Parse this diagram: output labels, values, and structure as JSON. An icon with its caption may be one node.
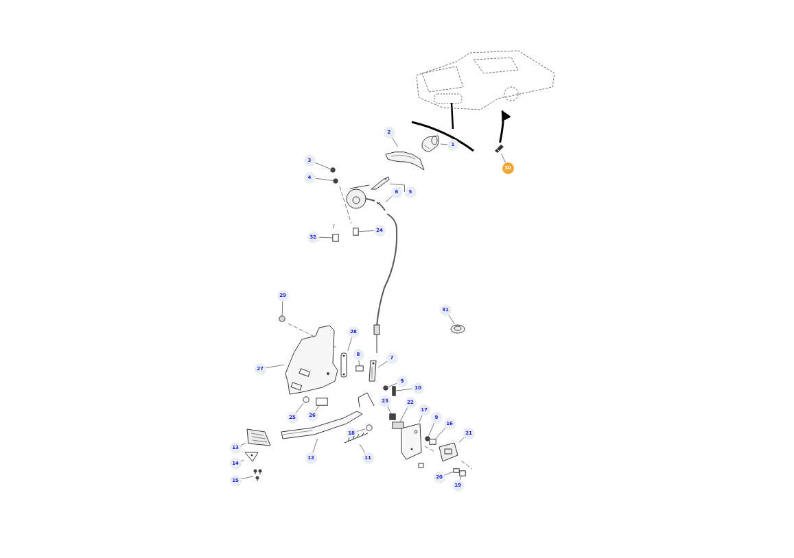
{
  "diagram": {
    "nodes": [
      {
        "text": [],
        "shape": "picture"
      },
      {
        "text": [
          "2"
        ]
      },
      {
        "text": [
          "1"
        ]
      },
      {
        "text": [],
        "shape": "picture"
      },
      {
        "text": [
          "30"
        ]
      },
      {
        "text": [
          "3"
        ]
      },
      {
        "text": [
          "4"
        ]
      },
      {
        "text": [
          "6"
        ]
      },
      {
        "text": [
          "5"
        ]
      },
      {
        "text": [
          "32"
        ]
      },
      {
        "text": [
          "24"
        ]
      },
      {
        "text": [
          "29"
        ]
      },
      {
        "text": [
          "31"
        ]
      },
      {
        "text": [
          "28"
        ]
      },
      {
        "text": [
          "8"
        ]
      },
      {
        "text": [
          "7"
        ]
      },
      {
        "text": [
          "27"
        ]
      },
      {
        "text": [
          "9"
        ]
      },
      {
        "text": [
          "10"
        ]
      },
      {
        "text": [
          "23"
        ]
      },
      {
        "text": [
          "22"
        ]
      },
      {
        "text": [
          "17"
        ]
      },
      {
        "text": [
          "9"
        ]
      },
      {
        "text": [
          "16"
        ]
      },
      {
        "text": [
          "21"
        ]
      },
      {
        "text": [
          "25"
        ]
      },
      {
        "text": [
          "26"
        ]
      },
      {
        "text": [
          "18"
        ]
      },
      {
        "text": [
          "12"
        ]
      },
      {
        "text": [
          "13"
        ]
      },
      {
        "text": [
          "11"
        ]
      },
      {
        "text": [
          "14"
        ]
      },
      {
        "text": [
          "20"
        ]
      },
      {
        "text": [
          "19"
        ]
      },
      {
        "text": [
          "15"
        ]
      },
      {
        "text": [],
        "shape": "picture"
      },
      {
        "text": [],
        "shape": "picture"
      },
      {
        "text": [],
        "shape": "circle"
      },
      {
        "text": [],
        "shape": "circle"
      },
      {
        "text": [],
        "shape": "picture"
      },
      {
        "text": [],
        "shape": "picture"
      },
      {
        "text": [],
        "shape": "box"
      },
      {
        "text": [],
        "shape": "box"
      },
      {
        "text": [],
        "shape": "circle"
      },
      {
        "text": [],
        "shape": "picture"
      },
      {
        "text": [],
        "shape": "picture"
      },
      {
        "text": [],
        "shape": "box"
      },
      {
        "text": [],
        "shape": "picture"
      },
      {
        "text": [],
        "shape": "picture"
      },
      {
        "text": [],
        "shape": "circle"
      },
      {
        "text": [],
        "shape": "box"
      },
      {
        "text": [],
        "shape": "box"
      },
      {
        "text": [],
        "shape": "box"
      },
      {
        "text": [],
        "shape": "picture"
      },
      {
        "text": [],
        "shape": "circle"
      },
      {
        "text": [],
        "shape": "box"
      },
      {
        "text": [],
        "shape": "picture"
      },
      {
        "text": [],
        "shape": "circle"
      },
      {
        "text": [],
        "shape": "box"
      },
      {
        "text": [],
        "shape": "circle"
      },
      {
        "text": [],
        "shape": "picture"
      },
      {
        "text": [],
        "shape": "picture"
      },
      {
        "text": [],
        "shape": "picture"
      },
      {
        "text": [],
        "shape": "picture"
      },
      {
        "text": [],
        "shape": "box"
      },
      {
        "text": [],
        "shape": "box"
      },
      {
        "text": [],
        "shape": "picture"
      }
    ],
    "edges": [
      {
        "from": 3,
        "to": 0,
        "arrow": "to",
        "style": "thick",
        "color": "#000000"
      },
      {
        "from": 1,
        "to": 35,
        "arrow": "none"
      },
      {
        "from": 2,
        "to": 36,
        "arrow": "none"
      },
      {
        "from": 4,
        "to": 3,
        "arrow": "none"
      },
      {
        "from": 5,
        "to": 37,
        "arrow": "none"
      },
      {
        "from": 6,
        "to": 38,
        "arrow": "none"
      },
      {
        "from": 7,
        "to": 39,
        "arrow": "none"
      },
      {
        "from": 8,
        "to": 40,
        "arrow": "none"
      },
      {
        "from": 9,
        "to": 41,
        "arrow": "none"
      },
      {
        "from": 10,
        "to": 42,
        "arrow": "none"
      },
      {
        "from": 11,
        "to": 43,
        "arrow": "none"
      },
      {
        "from": 12,
        "to": 44,
        "arrow": "none"
      },
      {
        "from": 13,
        "to": 45,
        "arrow": "none"
      },
      {
        "from": 14,
        "to": 46,
        "arrow": "none"
      },
      {
        "from": 15,
        "to": 47,
        "arrow": "none"
      },
      {
        "from": 16,
        "to": 48,
        "arrow": "none"
      },
      {
        "from": 17,
        "to": 49,
        "arrow": "none"
      },
      {
        "from": 18,
        "to": 50,
        "arrow": "none"
      },
      {
        "from": 19,
        "to": 51,
        "arrow": "none"
      },
      {
        "from": 20,
        "to": 52,
        "arrow": "none"
      },
      {
        "from": 21,
        "to": 53,
        "arrow": "none"
      },
      {
        "from": 22,
        "to": 54,
        "arrow": "none"
      },
      {
        "from": 23,
        "to": 55,
        "arrow": "none"
      },
      {
        "from": 24,
        "to": 56,
        "arrow": "none"
      },
      {
        "from": 25,
        "to": 57,
        "arrow": "none"
      },
      {
        "from": 26,
        "to": 58,
        "arrow": "none"
      },
      {
        "from": 27,
        "to": 59,
        "arrow": "none"
      },
      {
        "from": 28,
        "to": 60,
        "arrow": "none"
      },
      {
        "from": 29,
        "to": 61,
        "arrow": "none"
      },
      {
        "from": 30,
        "to": 62,
        "arrow": "none"
      },
      {
        "from": 31,
        "to": 63,
        "arrow": "none"
      },
      {
        "from": 32,
        "to": 64,
        "arrow": "none"
      },
      {
        "from": 33,
        "to": 65,
        "arrow": "none"
      },
      {
        "from": 34,
        "to": 66,
        "arrow": "none"
      }
    ]
  }
}
